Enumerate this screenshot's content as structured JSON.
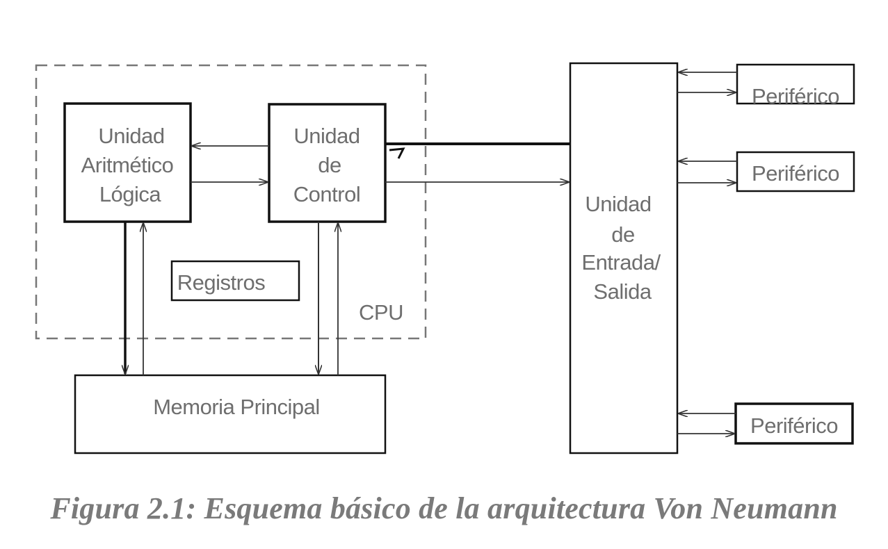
{
  "diagram": {
    "cpu_label": "CPU",
    "alu": {
      "line1": "Unidad",
      "line2": "Aritmético",
      "line3": "Lógica"
    },
    "control": {
      "line1": "Unidad",
      "line2": "de",
      "line3": "Control"
    },
    "registers": "Registros",
    "memory": "Memoria Principal",
    "io": {
      "line1": "Unidad",
      "line2": "de",
      "line3": "Entrada/",
      "line4": "Salida"
    },
    "peripherals": [
      "Periférico",
      "Periférico",
      "Periférico"
    ]
  },
  "caption": "Figura 2.1: Esquema básico de la arquitectura Von Neumann",
  "colors": {
    "lines": "#111111",
    "text": "#6e6e6e",
    "cpu_border": "#777777"
  }
}
